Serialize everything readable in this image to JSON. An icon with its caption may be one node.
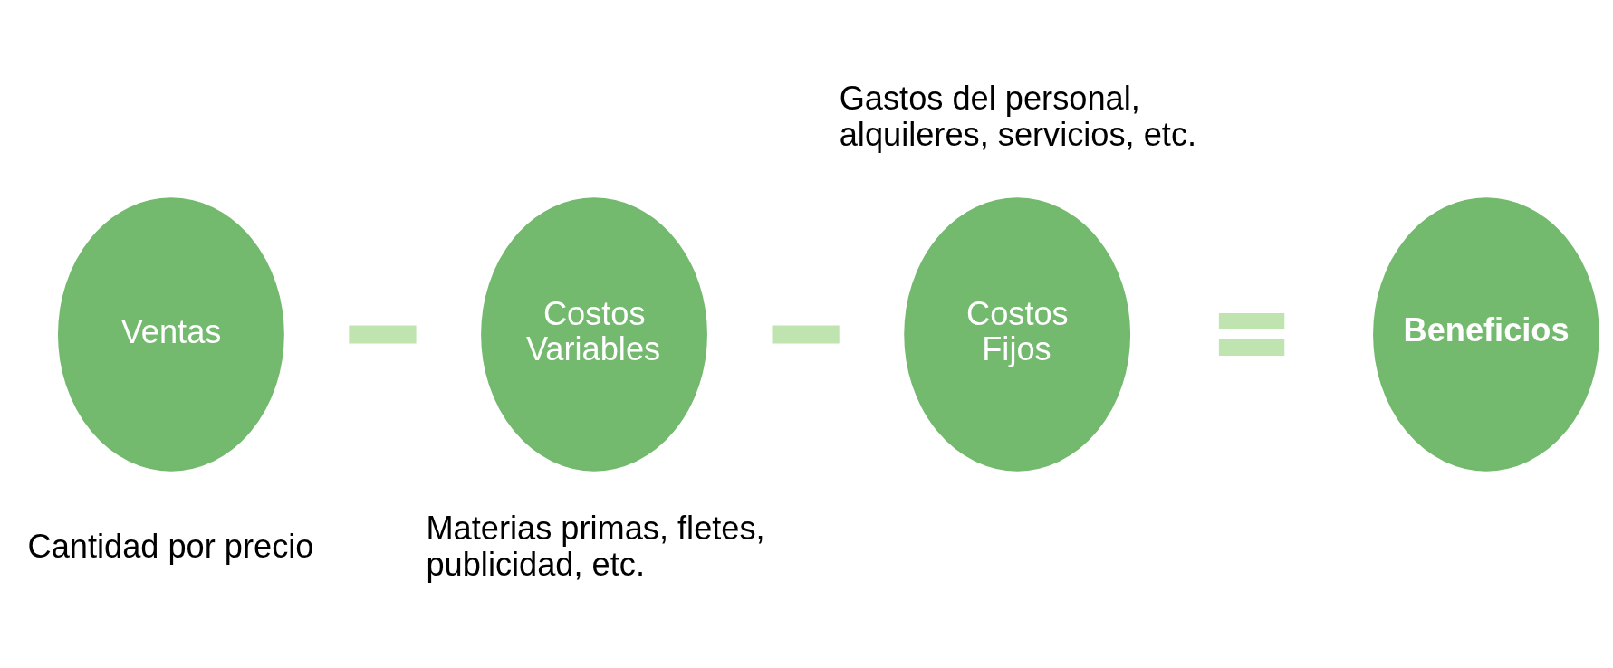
{
  "diagram": {
    "nodes": [
      {
        "text": [
          "Ventas"
        ],
        "beside": [
          "Cantidad por precio"
        ]
      },
      {
        "text": [],
        "shape": "bar"
      },
      {
        "text": [
          "Costos Variables"
        ],
        "beside": [
          "Materias primas, fletes, publicidad, etc."
        ]
      },
      {
        "text": [],
        "shape": "bar"
      },
      {
        "text": [
          "Costos Fijos"
        ],
        "beside": [
          "Gastos del personal, alquileres, servicios, etc."
        ]
      },
      {
        "text": [],
        "shape": "equals"
      },
      {
        "text": [
          "**Beneficios**"
        ]
      }
    ]
  }
}
